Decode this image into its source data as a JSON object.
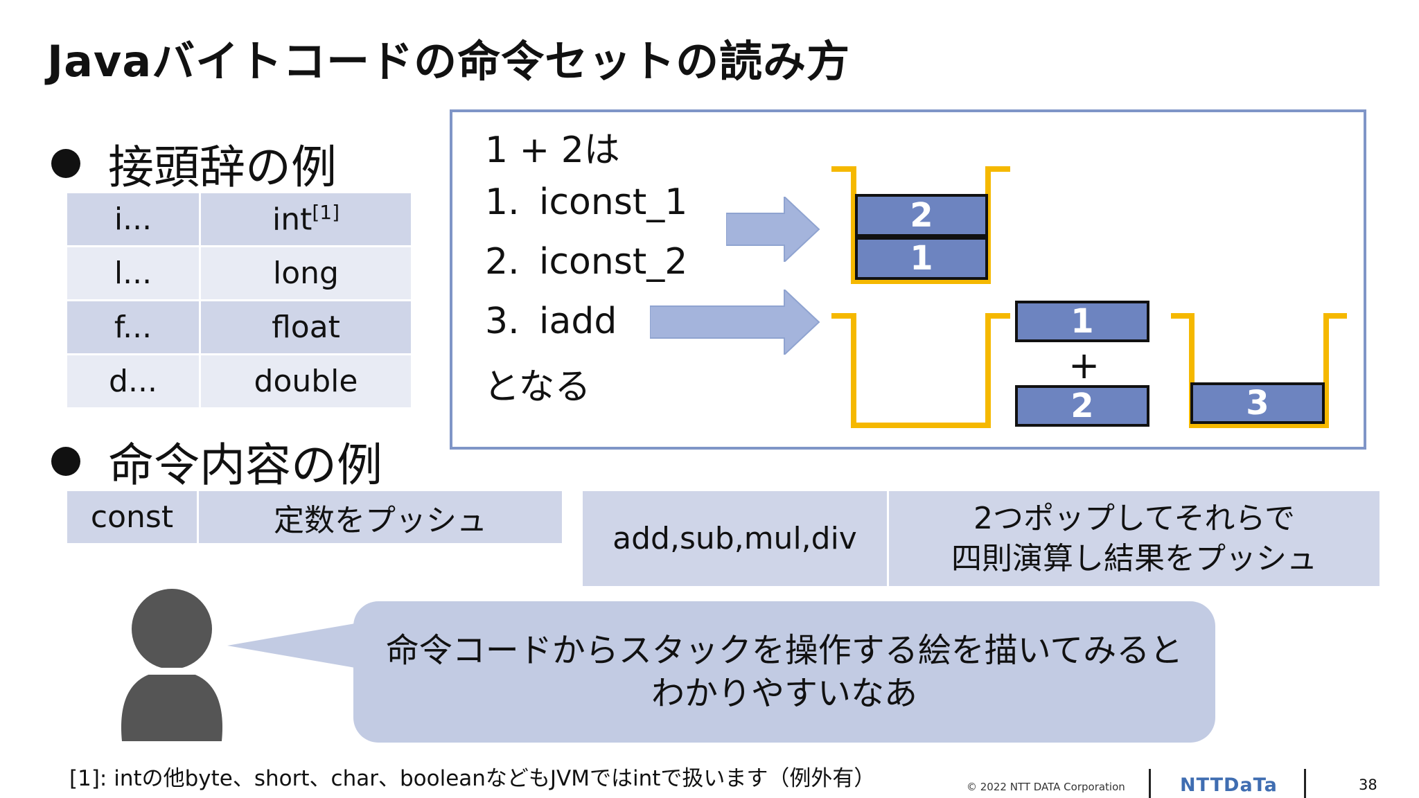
{
  "title": "Javaバイトコードの命令セットの読み方",
  "prefix_section": {
    "heading": "接頭辞の例",
    "rows": [
      {
        "prefix": "i...",
        "type": "int",
        "note": "[1]"
      },
      {
        "prefix": "l...",
        "type": "long"
      },
      {
        "prefix": "f...",
        "type": "float"
      },
      {
        "prefix": "d...",
        "type": "double"
      }
    ]
  },
  "instruction_section": {
    "heading": "命令内容の例",
    "const_row": {
      "name": "const",
      "desc": "定数をプッシュ"
    },
    "arith_row": {
      "name": "add,sub,mul,div",
      "desc_line1": "2つポップしてそれらで",
      "desc_line2": "四則演算し結果をプッシュ"
    }
  },
  "example_box": {
    "intro": "1 + 2は",
    "steps": [
      {
        "num": "1.",
        "text": "iconst_1"
      },
      {
        "num": "2.",
        "text": "iconst_2"
      },
      {
        "num": "3.",
        "text": "iadd"
      }
    ],
    "outro": "となる",
    "stack_top": "2",
    "stack_bottom": "1",
    "operand_a": "1",
    "operator": "+",
    "operand_b": "2",
    "result": "3",
    "stack_color": "#f5b800",
    "cell_color": "#6d84c0",
    "arrow_color": "#a4b4dc"
  },
  "speech_bubble": {
    "line1": "命令コードからスタックを操作する絵を描いてみると",
    "line2": "わかりやすいなあ"
  },
  "footnote": "[1]: intの他byte、short、char、booleanなどもJVMではintで扱います（例外有）",
  "footer": {
    "copyright": "© 2022 NTT DATA Corporation",
    "logo": "NTTDaTa",
    "page": "38"
  }
}
